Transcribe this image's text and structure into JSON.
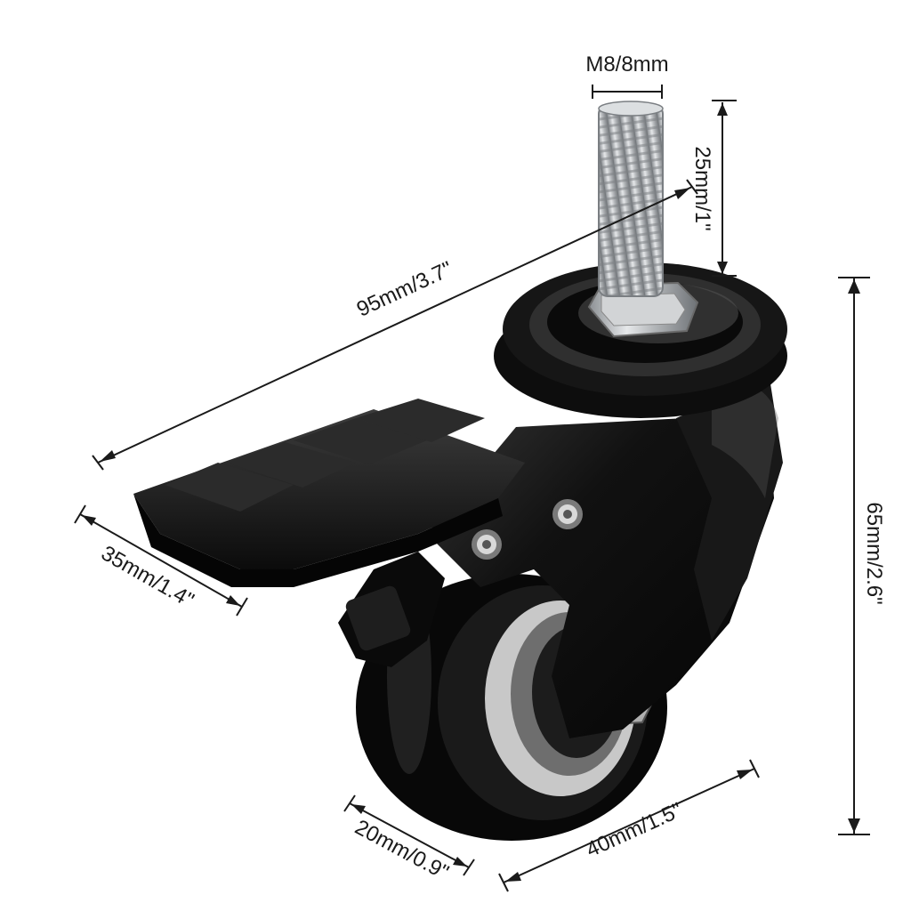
{
  "dimensions": {
    "thread_size": "M8/8mm",
    "stem_length": "25mm/1\"",
    "overall_length": "95mm/3.7\"",
    "brake_width": "35mm/1.4\"",
    "overall_height": "65mm/2.6\"",
    "wheel_width": "20mm/0.9\"",
    "wheel_diameter": "40mm/1.5\""
  },
  "colors": {
    "caster_body": "#0d0d0d",
    "highlight": "#4a4a4a",
    "wheel_hub": "#c8c8c8",
    "thread_metal": "#b9bcbf",
    "annotation": "#1a1a1a"
  }
}
